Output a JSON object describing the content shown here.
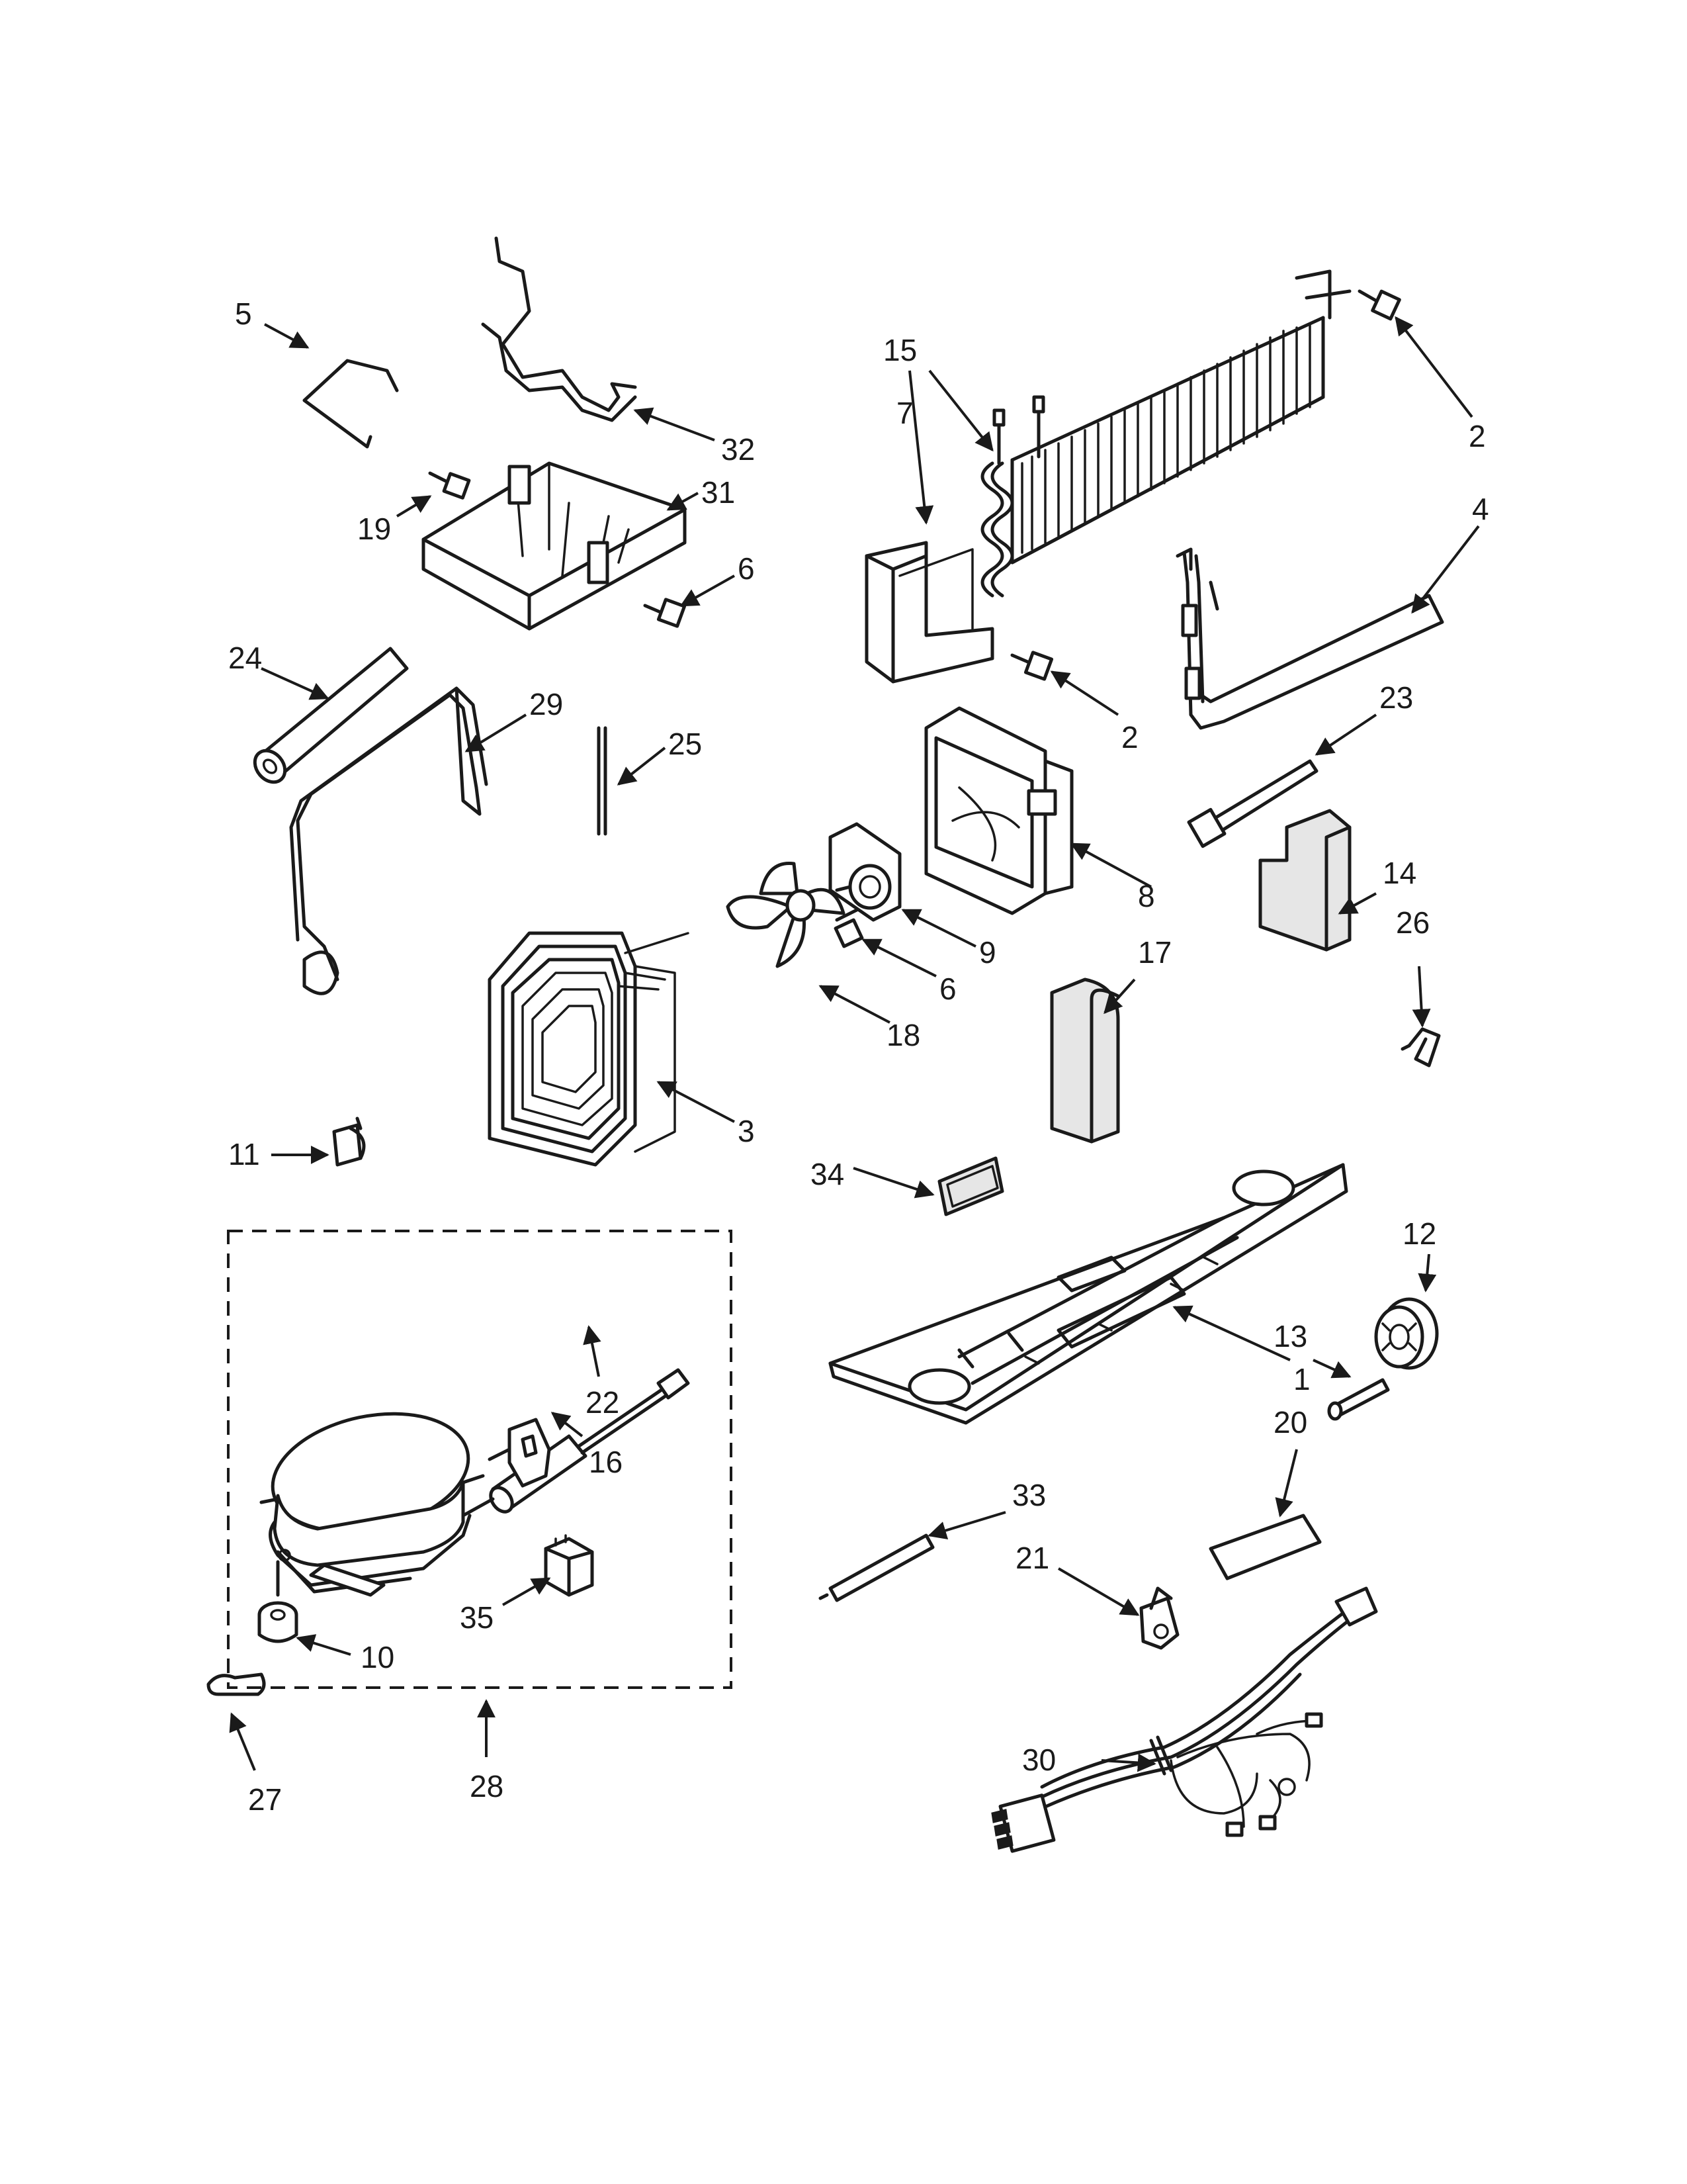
{
  "callouts": {
    "c1": "1",
    "c2a": "2",
    "c2b": "2",
    "c3": "3",
    "c4": "4",
    "c5": "5",
    "c6a": "6",
    "c6b": "6",
    "c7": "7",
    "c8": "8",
    "c9": "9",
    "c10": "10",
    "c11": "11",
    "c12": "12",
    "c13": "13",
    "c14": "14",
    "c15": "15",
    "c16": "16",
    "c17": "17",
    "c18": "18",
    "c19": "19",
    "c20": "20",
    "c21": "21",
    "c22": "22",
    "c23": "23",
    "c24": "24",
    "c25": "25",
    "c26": "26",
    "c27": "27",
    "c28": "28",
    "c29": "29",
    "c30": "30",
    "c31": "31",
    "c32": "32",
    "c33": "33",
    "c34": "34",
    "c35": "35"
  },
  "colors": {
    "line": "#1a1a1a",
    "background": "#ffffff",
    "foam": "#e6e6e6"
  }
}
